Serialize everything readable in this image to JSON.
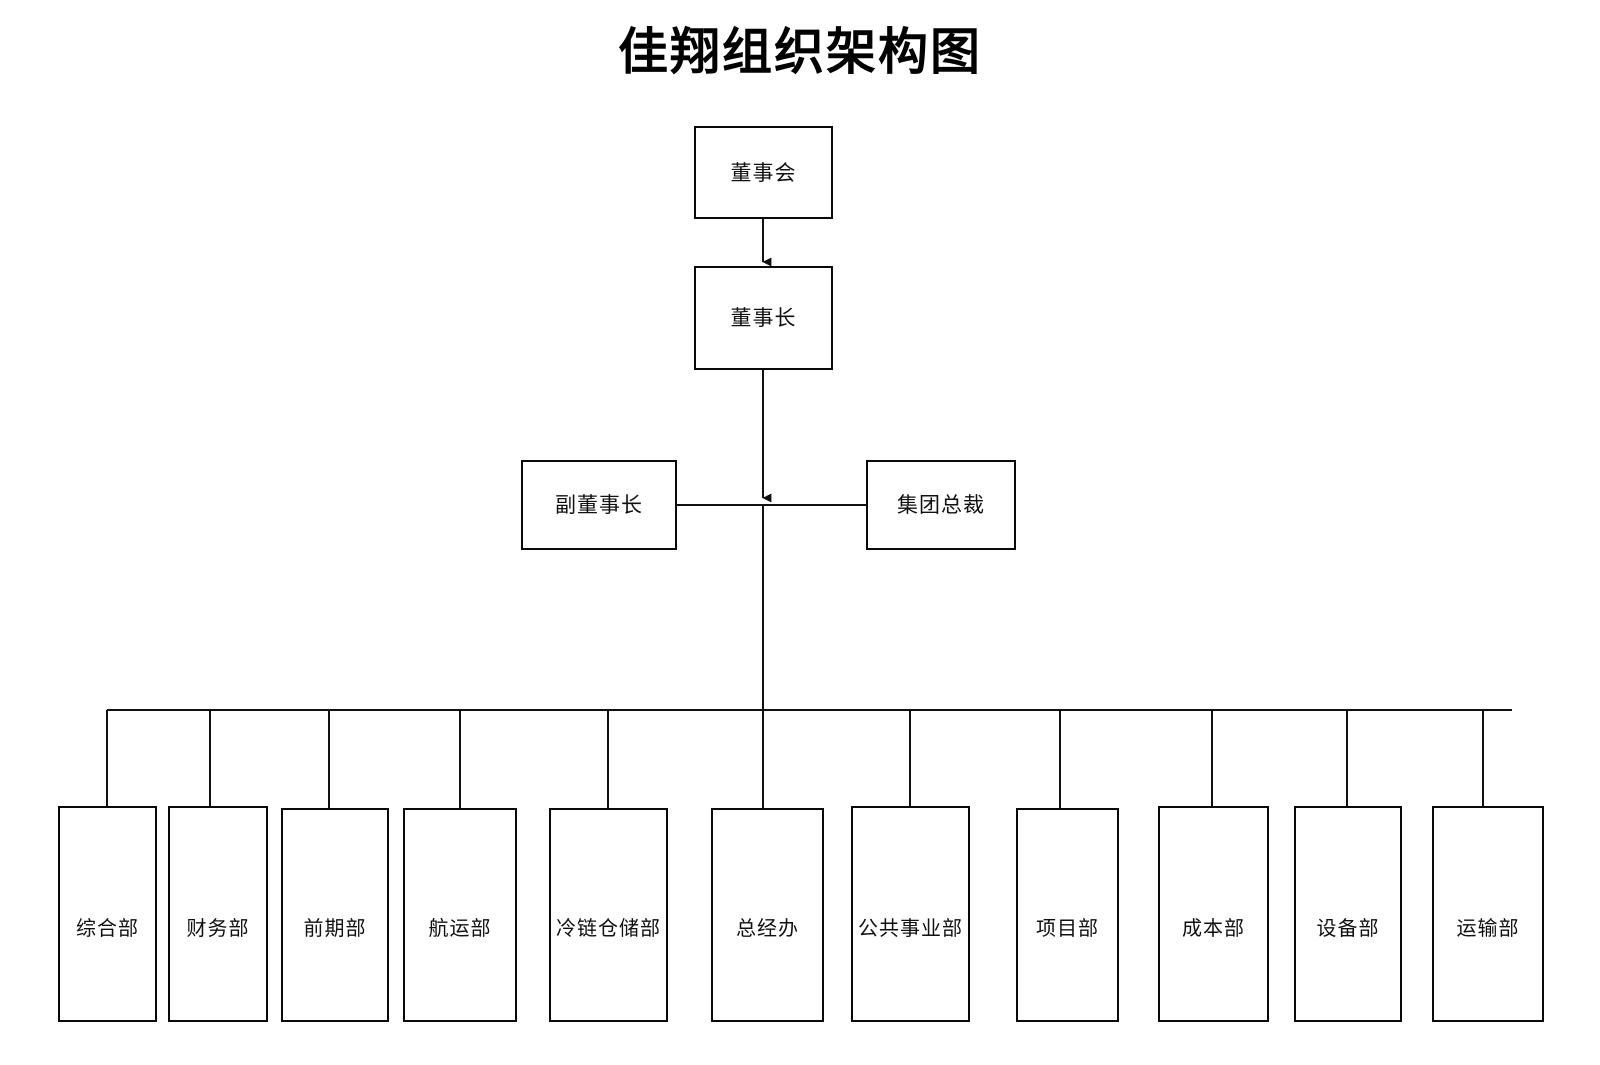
{
  "title": "佳翔组织架构图",
  "diagram": {
    "type": "org-chart",
    "orientation": "top-down",
    "background_color": "#ffffff",
    "line_color": "#1a1a1a",
    "box_border_color": "#0a0a0a",
    "box_fill_color": "#ffffff"
  },
  "nodes": {
    "board": {
      "label": "董事会",
      "level": 1
    },
    "chairman": {
      "label": "董事长",
      "level": 2
    },
    "vice_chairman": {
      "label": "副董事长",
      "level": 3
    },
    "group_president": {
      "label": "集团总裁",
      "level": 3
    },
    "departments": [
      {
        "label": "综合部"
      },
      {
        "label": "财务部"
      },
      {
        "label": "前期部"
      },
      {
        "label": "航运部"
      },
      {
        "label": "冷链仓储部"
      },
      {
        "label": "总经办"
      },
      {
        "label": "公共事业部"
      },
      {
        "label": "项目部"
      },
      {
        "label": "成本部"
      },
      {
        "label": "设备部"
      },
      {
        "label": "运输部"
      }
    ]
  },
  "edges": [
    {
      "from": "board",
      "to": "chairman",
      "style": "arrow"
    },
    {
      "from": "chairman",
      "to": "trunk",
      "style": "arrow"
    },
    {
      "from": "vice_chairman",
      "to": "trunk",
      "style": "line"
    },
    {
      "from": "group_president",
      "to": "trunk",
      "style": "line"
    },
    {
      "from": "trunk",
      "to": "departments",
      "style": "bus-arrow"
    }
  ]
}
